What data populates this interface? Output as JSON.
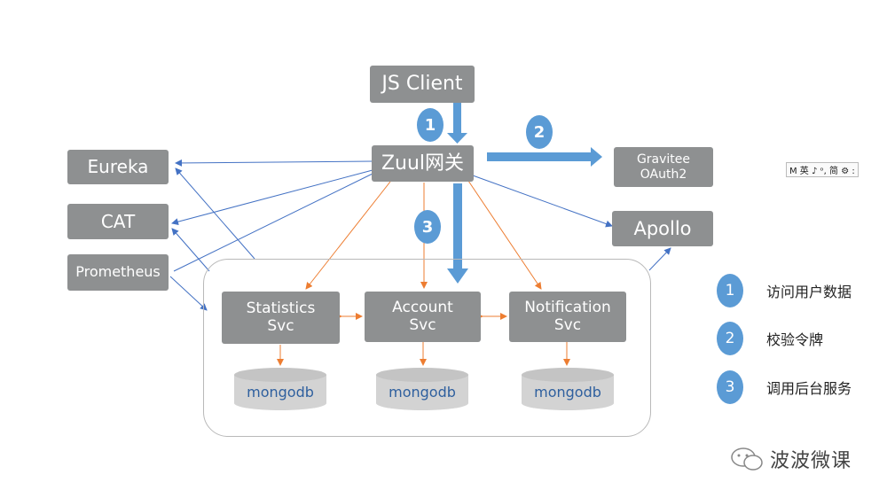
{
  "nodes": {
    "js_client": "JS Client",
    "zuul": "Zuul网关",
    "gravitee": "Gravitee\nOAuth2",
    "eureka": "Eureka",
    "cat": "CAT",
    "prometheus": "Prometheus",
    "apollo": "Apollo",
    "statistics": "Statistics\nSvc",
    "account": "Account\nSvc",
    "notification": "Notification\nSvc"
  },
  "databases": [
    "mongodb",
    "mongodb",
    "mongodb"
  ],
  "steps": [
    {
      "num": "1",
      "label": "访问用户数据"
    },
    {
      "num": "2",
      "label": "校验令牌"
    },
    {
      "num": "3",
      "label": "调用后台服务"
    }
  ],
  "toolbar_text": "M 英 ♪ ᵒ, 简 ⚙ :",
  "watermark": "波波微课",
  "colors": {
    "box": "#8e9091",
    "accent": "#5b9bd5",
    "orange": "#ed7d31",
    "blue_line": "#4472c4"
  }
}
